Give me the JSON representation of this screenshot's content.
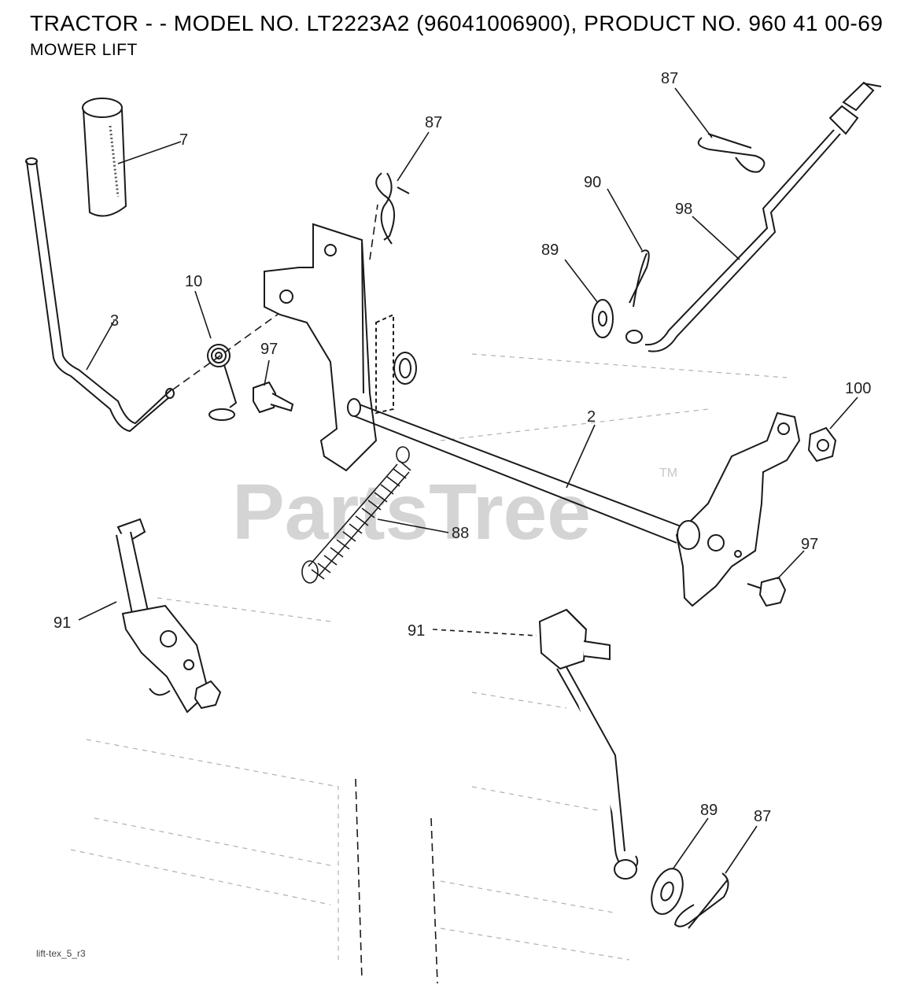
{
  "header": {
    "title": "TRACTOR - - MODEL NO. LT2223A2 (96041006900), PRODUCT NO. 960 41 00-69",
    "subtitle": "MOWER LIFT"
  },
  "watermark": {
    "text": "PartsTree",
    "tm": "TM"
  },
  "footer": {
    "code": "lift-tex_5_r3"
  },
  "callouts": {
    "c87_top_right": "87",
    "c87_mid": "87",
    "c7": "7",
    "c90": "90",
    "c98": "98",
    "c89_top": "89",
    "c10": "10",
    "c3": "3",
    "c97_left": "97",
    "c2": "2",
    "c100": "100",
    "c88": "88",
    "c97_right": "97",
    "c91_left": "91",
    "c91_right": "91",
    "c89_bottom": "89",
    "c87_bottom": "87"
  },
  "colors": {
    "line": "#1a1a1a",
    "faint": "#9a9a9a",
    "watermark": "#d4d4d4"
  }
}
